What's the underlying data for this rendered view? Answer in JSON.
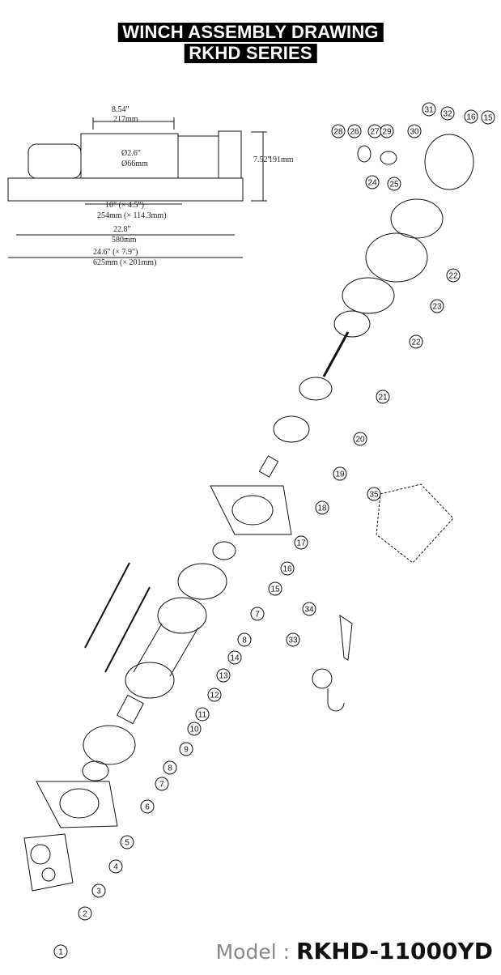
{
  "title": {
    "line1": "WINCH ASSEMBLY DRAWING",
    "line2": "RKHD SERIES"
  },
  "model": {
    "label": "Model : ",
    "value": "RKHD-11000YD"
  },
  "dimensions": {
    "drum_length": "8.54\"",
    "drum_length_mm": "217mm",
    "drum_dia": "Ø2.6\"",
    "drum_dia_mm": "Ø66mm",
    "height": "7.52\"",
    "height_mm": "191mm",
    "bolt_pattern": "10\" (× 4.5\")",
    "bolt_pattern_mm": "254mm (× 114.3mm)",
    "overall_length": "22.8\"",
    "overall_length_mm": "580mm",
    "base_length": "24.6\" (× 7.9\")",
    "base_length_mm": "625mm (× 201mm)"
  },
  "part_numbers": [
    "1",
    "2",
    "3",
    "4",
    "5",
    "6",
    "7",
    "8",
    "9",
    "10",
    "11",
    "12",
    "13",
    "14",
    "7",
    "8",
    "15",
    "16",
    "17",
    "18",
    "19",
    "20",
    "21",
    "22",
    "23",
    "22",
    "24",
    "25",
    "26",
    "27",
    "28",
    "29",
    "30",
    "31",
    "32",
    "16",
    "15",
    "33",
    "34",
    "35"
  ]
}
